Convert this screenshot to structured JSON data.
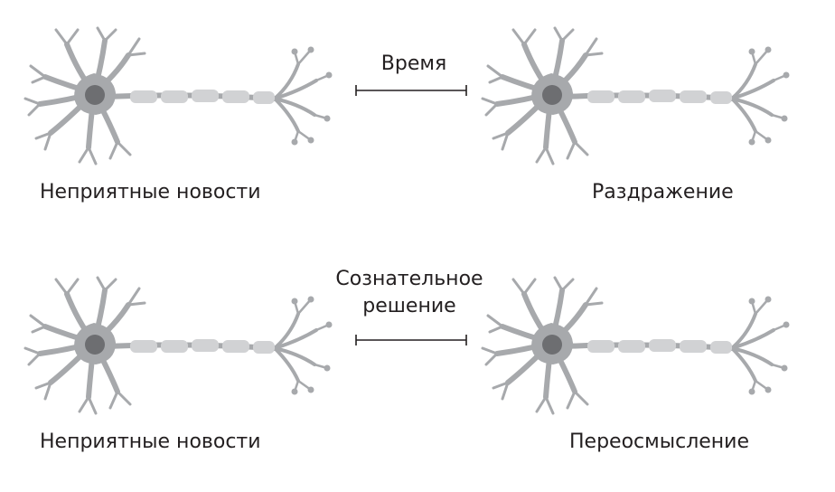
{
  "rows": [
    {
      "left_label": "Неприятные новости",
      "center_text": [
        "Время"
      ],
      "right_label": "Раздражение"
    },
    {
      "left_label": "Неприятные новости",
      "center_text": [
        "Сознательное",
        "решение"
      ],
      "right_label": "Переосмысление"
    }
  ],
  "colors": {
    "neuron_fill": "#a7a9ac",
    "nucleus": "#6d6e71",
    "myelin": "#d1d2d4",
    "text": "#231f20",
    "timeline": "#231f20"
  },
  "icons": [
    "neuron-icon",
    "timeline-bracket-icon"
  ]
}
